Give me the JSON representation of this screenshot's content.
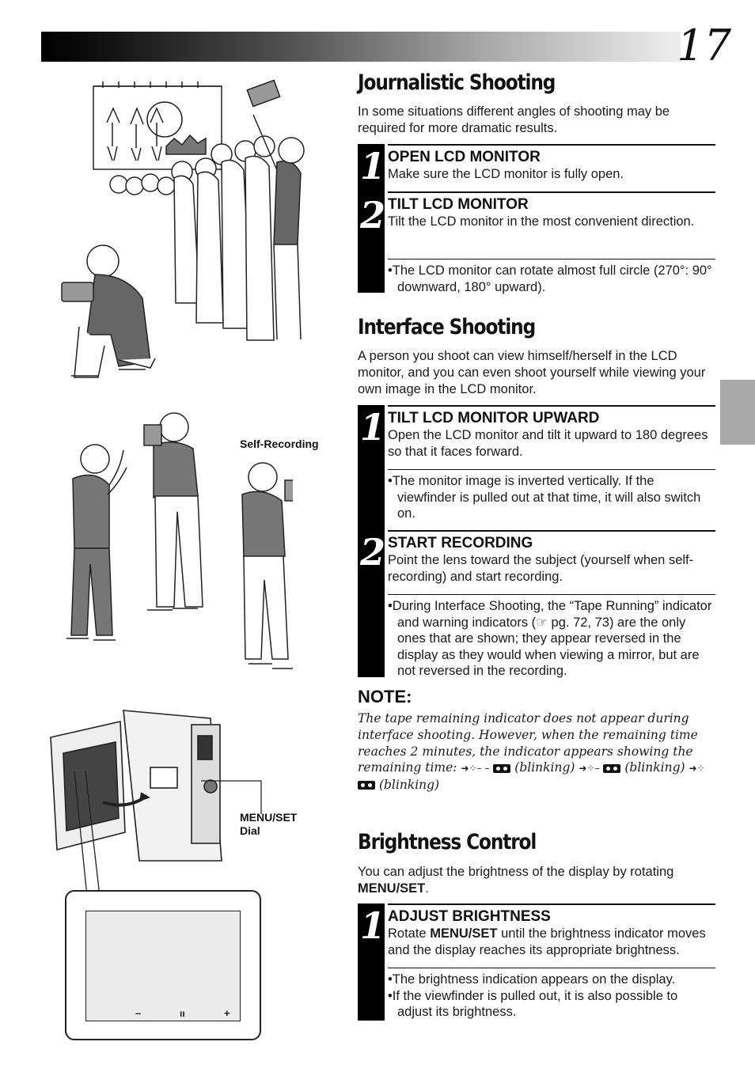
{
  "page": {
    "number": "17"
  },
  "captions": {
    "self_recording": "Self-Recording",
    "menu_set_dial_1": "MENU/SET",
    "menu_set_dial_2": "Dial"
  },
  "display": {
    "minus": "–",
    "mid": "ıı",
    "plus": "+"
  },
  "journalistic": {
    "title": "Journalistic Shooting",
    "intro": "In some situations different angles of shooting may be required for more dramatic results.",
    "steps": [
      {
        "num": "1",
        "head": "OPEN LCD MONITOR",
        "text": "Make sure the LCD monitor is fully open."
      },
      {
        "num": "2",
        "head": "TILT LCD MONITOR",
        "text": "Tilt the LCD monitor in the most convenient direction."
      }
    ],
    "bullets": [
      "The LCD monitor can rotate almost full circle (270°: 90° downward, 180° upward)."
    ]
  },
  "interface": {
    "title": "Interface Shooting",
    "intro": "A person you shoot can view himself/herself in the LCD monitor, and you can even shoot yourself while viewing your own image in the LCD monitor.",
    "step1": {
      "num": "1",
      "head": "TILT LCD MONITOR UPWARD",
      "text": "Open the LCD monitor and tilt it upward to 180 degrees so that it faces forward."
    },
    "bullets1": [
      "The monitor image is inverted vertically. If the viewfinder is pulled out at that time, it will also switch on."
    ],
    "step2": {
      "num": "2",
      "head": "START RECORDING",
      "text": "Point the lens toward the subject (yourself when self-recording) and start recording."
    },
    "bullets2": [
      "During Interface Shooting, the “Tape Running” indicator and warning indicators (☞ pg. 72, 73) are the only ones that are shown; they appear reversed in the display as they would when viewing a mirror, but are not reversed in the recording."
    ]
  },
  "note": {
    "title": "NOTE:",
    "text": "The tape remaining indicator does not appear during interface shooting. However, when the remaining time reaches 2 minutes, the indicator appears showing the remaining time:",
    "blinking": "(blinking)"
  },
  "brightness": {
    "title": "Brightness Control",
    "intro_pre": "You can adjust the brightness of the display by rotating",
    "intro_bold": "MENU/SET",
    "intro_post": ".",
    "step1": {
      "num": "1",
      "head": "ADJUST BRIGHTNESS",
      "text_pre": "Rotate",
      "text_bold": "MENU/SET",
      "text_post": "until the brightness indicator moves and the display reaches its appropriate brightness."
    },
    "bullets": [
      "The brightness indication appears on the display.",
      "If the viewfinder is pulled out, it is also possible to adjust its brightness."
    ]
  }
}
